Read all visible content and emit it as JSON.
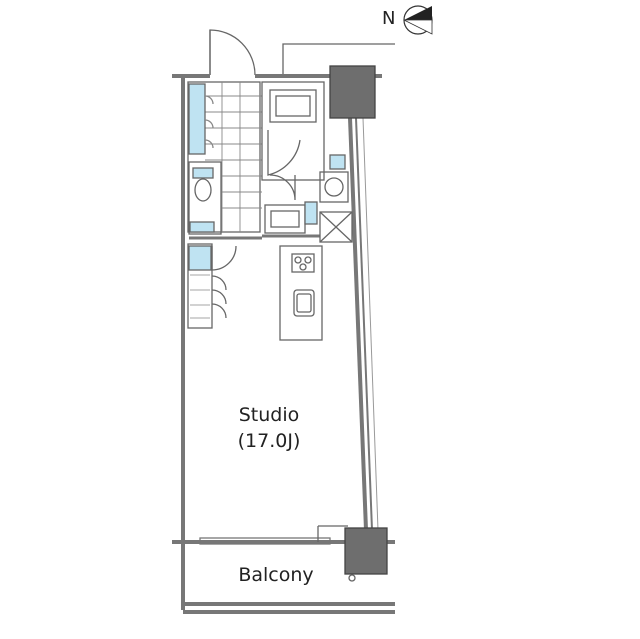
{
  "rooms": {
    "studio_name": "Studio",
    "studio_size": "(17.0J)",
    "balcony_name": "Balcony"
  },
  "compass": {
    "label": "N",
    "icon": "north-arrow-icon"
  },
  "colors": {
    "wall": "#7a7a7a",
    "line": "#666666",
    "fixture_blue": "#bfe3f2",
    "column": "#6e6e6e"
  }
}
